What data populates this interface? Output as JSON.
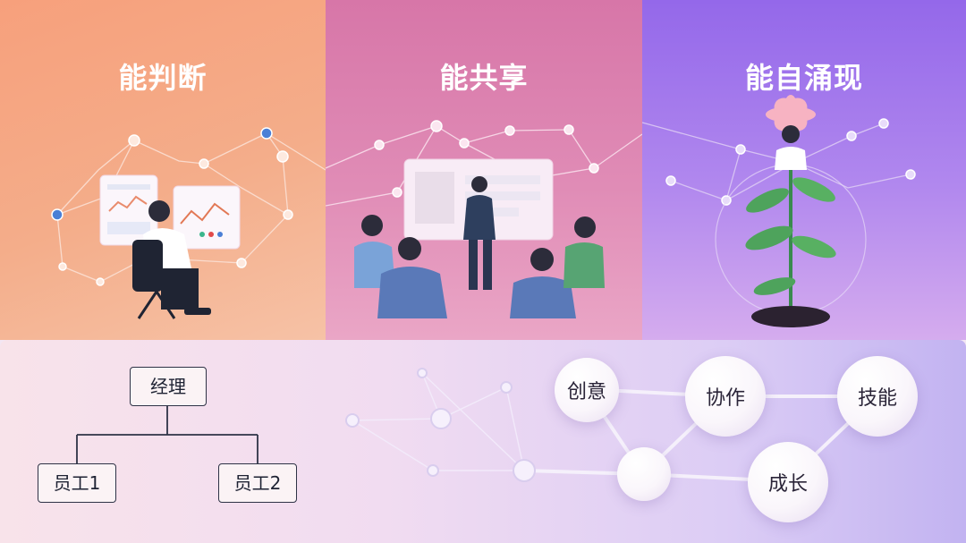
{
  "panels": [
    {
      "title": "能判断"
    },
    {
      "title": "能共享"
    },
    {
      "title": "能自涌现"
    }
  ],
  "org_chart": {
    "manager": "经理",
    "employees": [
      "员工1",
      "员工2"
    ]
  },
  "network": {
    "nodes": [
      "创意",
      "协作",
      "技能",
      "成长"
    ]
  },
  "colors": {
    "panel1": "#f7a07c",
    "panel2": "#d776a8",
    "panel3": "#9468ea",
    "accent_blue": "#4a7fd6"
  }
}
